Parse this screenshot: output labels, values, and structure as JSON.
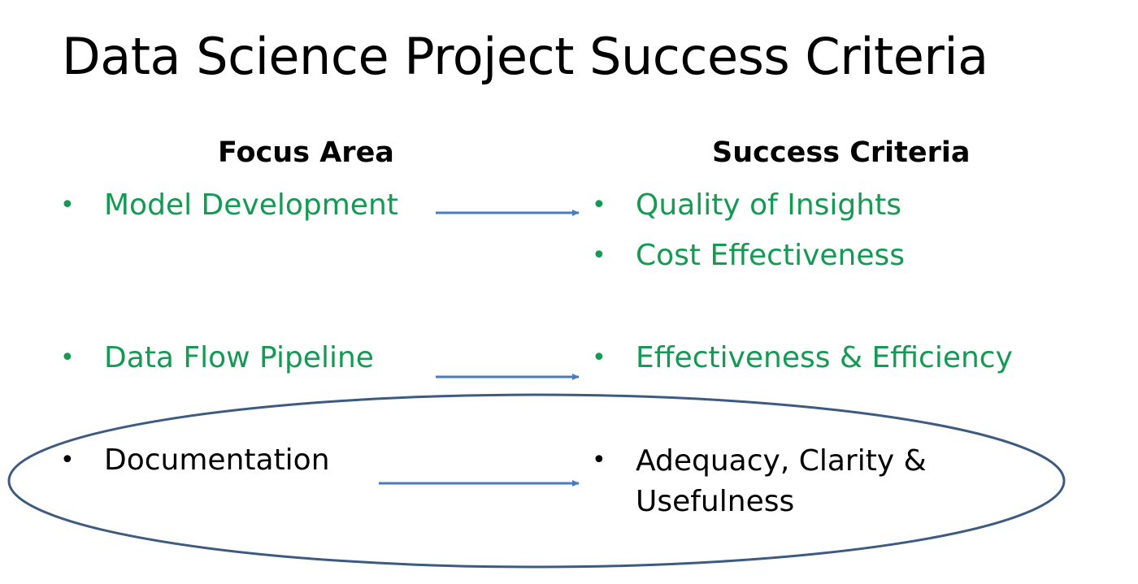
{
  "slide": {
    "title": "Data Science Project Success Criteria",
    "headers": {
      "focus_area": "Focus Area",
      "success_criteria": "Success Criteria"
    },
    "rows": [
      {
        "focus": "Model Development",
        "criteria": [
          "Quality of Insights",
          "Cost Effectiveness"
        ],
        "color": "#149a52"
      },
      {
        "focus": "Data Flow Pipeline",
        "criteria": [
          "Effectiveness & Efficiency"
        ],
        "color": "#149a52"
      },
      {
        "focus": "Documentation",
        "criteria": [
          "Adequacy,  Clarity & Usefulness"
        ],
        "color": "#000000",
        "highlighted": true
      }
    ],
    "bullet_glyph": "•"
  },
  "colors": {
    "accent_green": "#149a52",
    "arrow_blue": "#4a7bbf",
    "ellipse_outline": "#3d5a80",
    "text": "#000000",
    "background": "#ffffff"
  }
}
